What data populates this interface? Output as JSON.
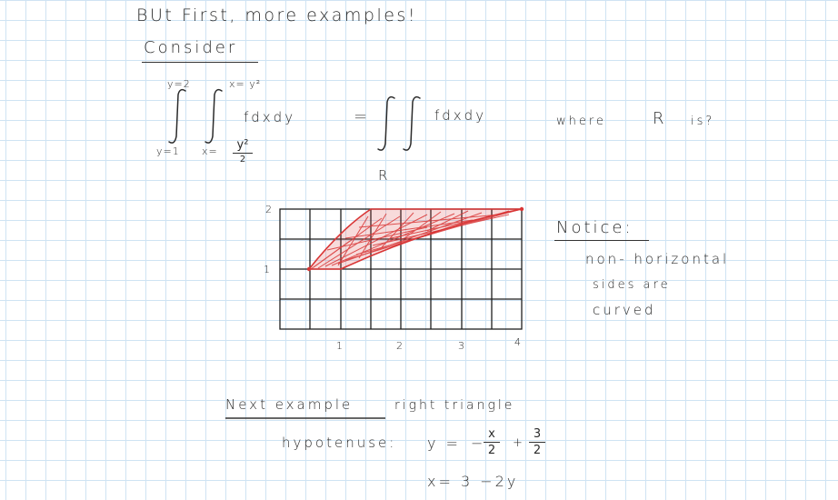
{
  "notes": {
    "title": "BUt First, more examples!",
    "consider": "Consider",
    "limits": {
      "y_upper": "y=2",
      "y_lower": "y=1",
      "x_upper": "x= y²",
      "x_lower_left": "x=",
      "x_lower_num": "y²",
      "x_lower_den": "2"
    },
    "integrand_left": "fdxdy",
    "equals": "=",
    "integrand_right": "fdxdy",
    "region_symbol": "R",
    "where_text": "where",
    "where_region": "R",
    "is_text": "is?",
    "axis_labels": {
      "y": [
        "2",
        "1"
      ],
      "x": [
        "1",
        "2",
        "3",
        "4"
      ]
    },
    "notice": "Notice:",
    "notice_lines": [
      "non- horizontal",
      "sides are",
      "curved"
    ],
    "next_example": "Next example",
    "right_triangle": "right triangle",
    "hypotenuse_label": "hypotenuse:",
    "hyp_y": "y =",
    "hyp_minus": "−",
    "hyp_frac1_num": "x",
    "hyp_frac1_den": "2",
    "hyp_plus": "+",
    "hyp_frac2_num": "3",
    "hyp_frac2_den": "2",
    "x_equation": "x= 3 −2y"
  },
  "colors": {
    "ink": "#2b2b2b",
    "region_ink": "#d93636",
    "grid_paper": "#cfe3f3"
  }
}
